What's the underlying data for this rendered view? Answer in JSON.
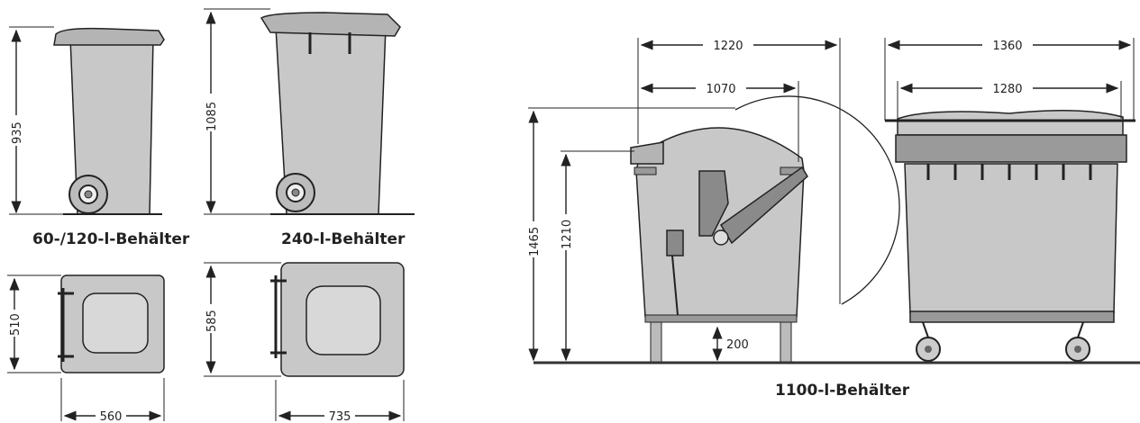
{
  "labels": {
    "small_bin": "60-/120-l-Behälter",
    "bin_240": "240-l-Behälter",
    "bin_1100": "1100-l-Behälter"
  },
  "dimensions": {
    "small_height": "935",
    "bin240_height": "1085",
    "small_depth": "510",
    "small_width": "560",
    "bin240_depth": "585",
    "bin240_width": "735",
    "c1100_height_total": "1465",
    "c1100_height_rim": "1210",
    "c1100_clearance": "200",
    "c1100_side_outer": "1220",
    "c1100_side_inner": "1070",
    "c1100_front_outer": "1360",
    "c1100_front_inner": "1280"
  },
  "colors": {
    "body_fill": "#c8c8c8",
    "lid_fill": "#b4b4b4",
    "line": "#222222",
    "ground": "#333333"
  }
}
